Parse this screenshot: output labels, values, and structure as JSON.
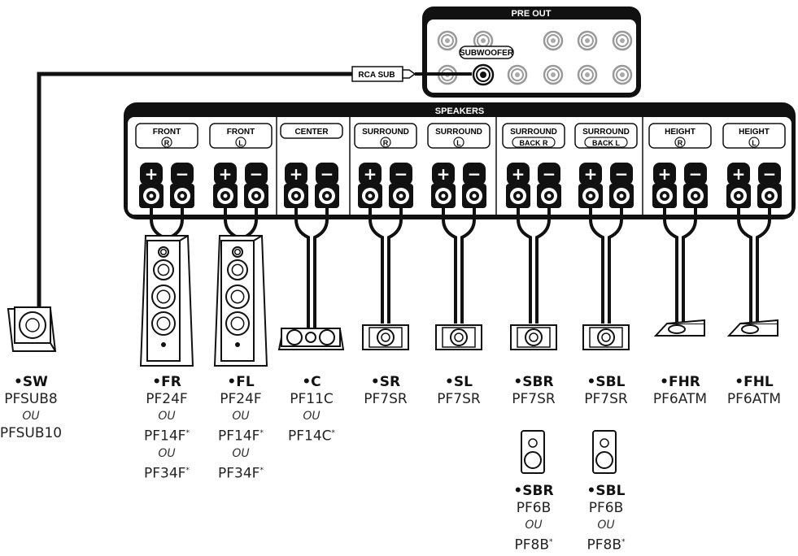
{
  "pre_out": {
    "title": "PRE OUT",
    "subwoofer_label": "SUBWOOFER",
    "rca_label": "RCA SUB"
  },
  "speakers_panel": {
    "title": "SPEAKERS",
    "channels": [
      {
        "name": "FRONT",
        "sub": "R"
      },
      {
        "name": "FRONT",
        "sub": "L"
      },
      {
        "name": "CENTER",
        "sub": ""
      },
      {
        "name": "SURROUND",
        "sub": "R"
      },
      {
        "name": "SURROUND",
        "sub": "L"
      },
      {
        "name": "SURROUND",
        "sub": "BACK R"
      },
      {
        "name": "SURROUND",
        "sub": "BACK L"
      },
      {
        "name": "HEIGHT",
        "sub": "R"
      },
      {
        "name": "HEIGHT",
        "sub": "L"
      }
    ],
    "plus": "+",
    "minus": "−"
  },
  "labels": {
    "sw": {
      "code": "•SW",
      "line1": "PFSUB8",
      "ou1": "OU",
      "line2": "PFSUB10"
    },
    "fr": {
      "code": "•FR",
      "line1": "PF24F",
      "ou1": "OU",
      "line2": "PF14F",
      "ou2": "OU",
      "line3": "PF34F"
    },
    "fl": {
      "code": "•FL",
      "line1": "PF24F",
      "ou1": "OU",
      "line2": "PF14F",
      "ou2": "OU",
      "line3": "PF34F"
    },
    "c": {
      "code": "•C",
      "line1": "PF11C",
      "ou1": "OU",
      "line2": "PF14C"
    },
    "sr": {
      "code": "•SR",
      "line1": "PF7SR"
    },
    "sl": {
      "code": "•SL",
      "line1": "PF7SR"
    },
    "sbr": {
      "code": "•SBR",
      "line1": "PF7SR"
    },
    "sbl": {
      "code": "•SBL",
      "line1": "PF7SR"
    },
    "fhr": {
      "code": "•FHR",
      "line1": "PF6ATM"
    },
    "fhl": {
      "code": "•FHL",
      "line1": "PF6ATM"
    },
    "sbr2": {
      "code": "•SBR",
      "line1": "PF6B",
      "ou1": "OU",
      "line2": "PF8B"
    },
    "sbl2": {
      "code": "•SBL",
      "line1": "PF6B",
      "ou1": "OU",
      "line2": "PF8B"
    }
  },
  "asterisk": "*"
}
